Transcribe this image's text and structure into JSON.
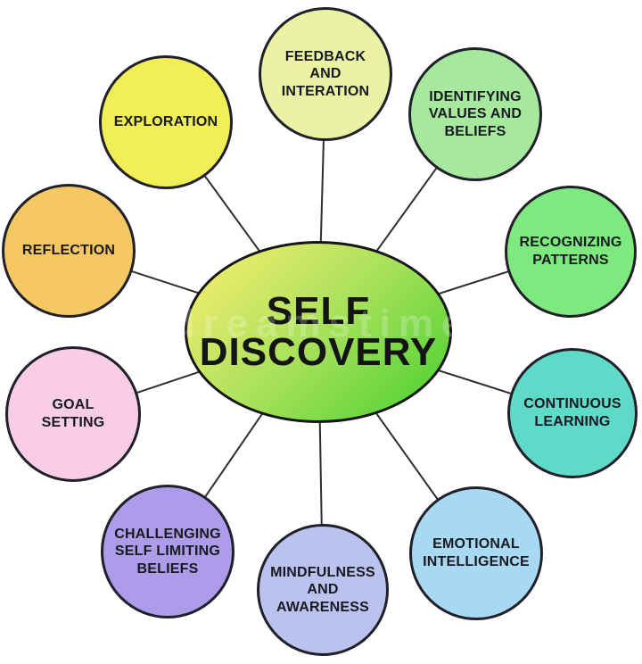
{
  "diagram": {
    "type": "mind-map",
    "background": "#ffffff",
    "line_color": "#2e2e2e",
    "outline_color": "#20202a"
  },
  "center": {
    "label": "SELF\nDISCOVERY",
    "gradient": [
      "#f0ec6d",
      "#a9e15c",
      "#55d236"
    ]
  },
  "watermark": "dreamstime",
  "nodes": [
    {
      "id": "feedback-and-interation",
      "label": "FEEDBACK AND\nINTERATION",
      "color": "#eaf2a4"
    },
    {
      "id": "identifying-values-and-beliefs",
      "label": "IDENTIFYING\nVALUES AND\nBELIEFS",
      "color": "#a6e99e"
    },
    {
      "id": "recognizing-patterns",
      "label": "RECOGNIZING\nPATTERNS",
      "color": "#7de97e"
    },
    {
      "id": "continuous-learning",
      "label": "CONTINUOUS\nLEARNING",
      "color": "#5fd9c8"
    },
    {
      "id": "emotional-intelligence",
      "label": "EMOTIONAL\nINTELLIGENCE",
      "color": "#a7daf2"
    },
    {
      "id": "mindfulness-and-awareness",
      "label": "MINDFULNESS\nAND\nAWARENESS",
      "color": "#b9c3ee"
    },
    {
      "id": "challenging-self-limiting-beliefs",
      "label": "CHALLENGING\nSELF LIMITING\nBELIEFS",
      "color": "#ac9ce9"
    },
    {
      "id": "goal-setting",
      "label": "GOAL\nSETTING",
      "color": "#f8cde5"
    },
    {
      "id": "reflection",
      "label": "REFLECTION",
      "color": "#f6c863"
    },
    {
      "id": "exploration",
      "label": "EXPLORATION",
      "color": "#f2ee55"
    }
  ]
}
